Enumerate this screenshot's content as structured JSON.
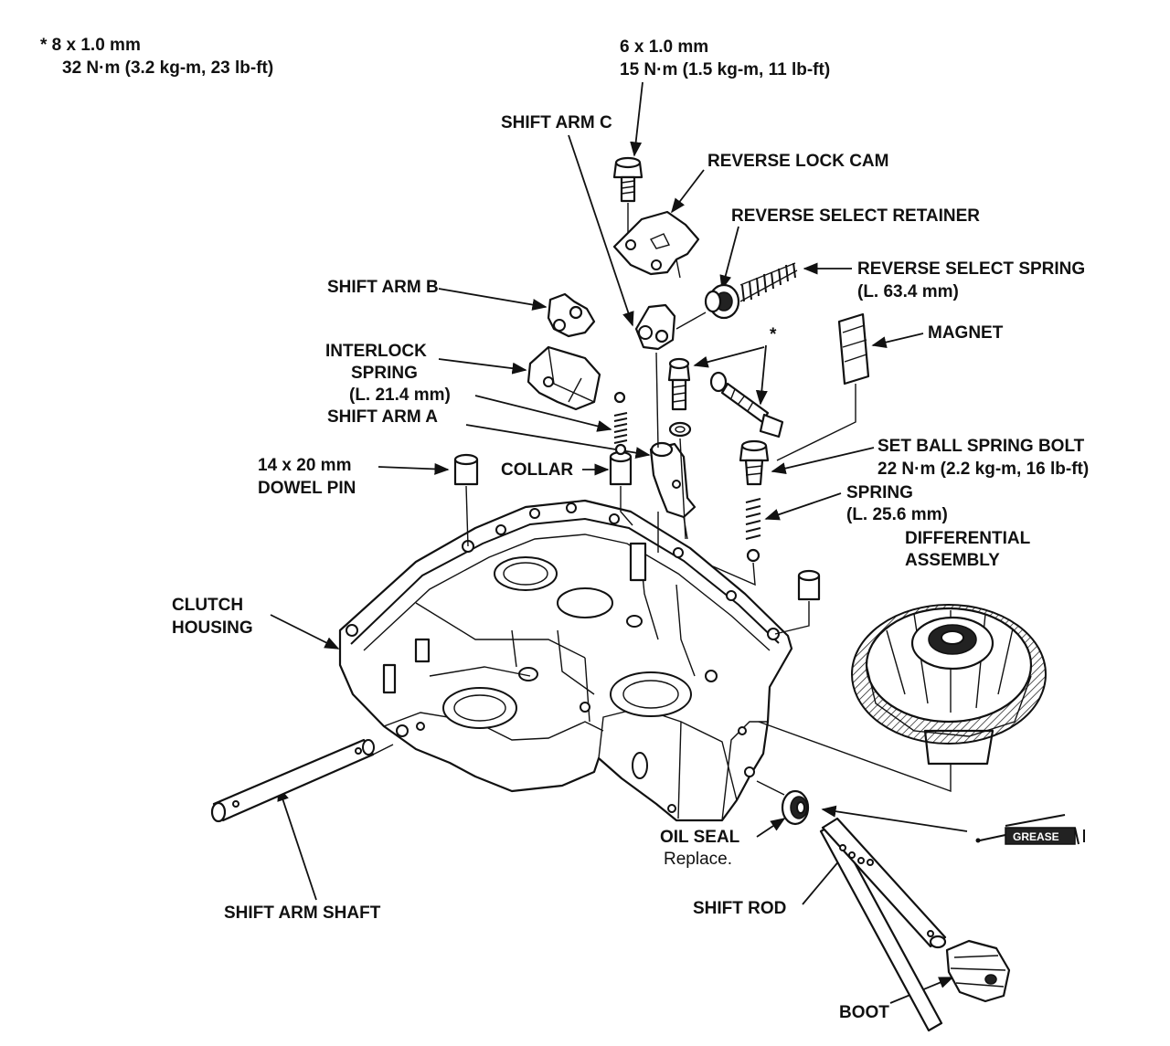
{
  "labels": {
    "star_spec_size": "* 8 x 1.0 mm",
    "star_spec_torque": "32 N·m (3.2 kg-m, 23 lb-ft)",
    "bolt_spec_size": "6 x 1.0 mm",
    "bolt_spec_torque": "15 N·m (1.5 kg-m, 11 lb-ft)",
    "shift_arm_c": "SHIFT ARM C",
    "reverse_lock_cam": "REVERSE LOCK CAM",
    "reverse_select_retainer": "REVERSE SELECT RETAINER",
    "reverse_select_spring": "REVERSE SELECT SPRING",
    "reverse_select_spring_len": "(L. 63.4 mm)",
    "shift_arm_b": "SHIFT ARM B",
    "magnet": "MAGNET",
    "star_marker": "*",
    "interlock_line1": "INTERLOCK",
    "interlock_line2": "SPRING",
    "interlock_len": "(L. 21.4 mm)",
    "shift_arm_a": "SHIFT ARM A",
    "set_ball_spring_bolt": "SET BALL SPRING BOLT",
    "set_ball_spring_bolt_torque": "22 N·m (2.2 kg-m, 16 lb-ft)",
    "dowel_size": "14 x 20 mm",
    "dowel_pin": "DOWEL PIN",
    "collar": "COLLAR",
    "spring": "SPRING",
    "spring_len": "(L. 25.6 mm)",
    "differential_line1": "DIFFERENTIAL",
    "differential_line2": "ASSEMBLY",
    "clutch_line1": "CLUTCH",
    "clutch_line2": "HOUSING",
    "oil_seal": "OIL SEAL",
    "oil_seal_note": "Replace.",
    "grease": "GREASE",
    "shift_arm_shaft": "SHIFT ARM SHAFT",
    "shift_rod": "SHIFT ROD",
    "boot": "BOOT"
  }
}
